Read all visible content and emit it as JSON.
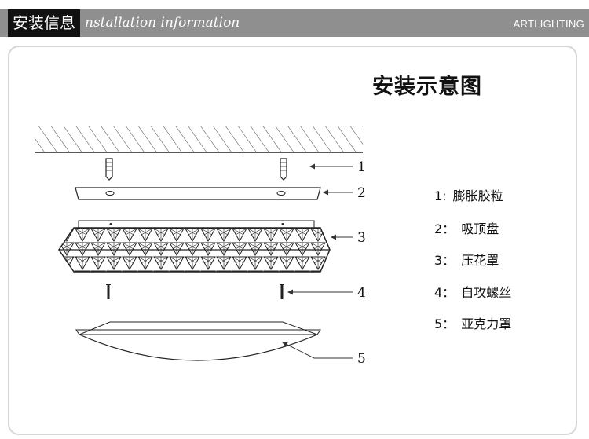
{
  "header": {
    "title_cn": "安装信息",
    "title_en": "nstallation information",
    "brand": "ARTLIGHTING"
  },
  "diagram": {
    "title": "安装示意图",
    "callouts": [
      "1",
      "2",
      "3",
      "4",
      "5"
    ]
  },
  "legend": [
    {
      "num": "1:",
      "label": "膨胀胶粒"
    },
    {
      "num": "2：",
      "label": "吸顶盘"
    },
    {
      "num": "3：",
      "label": "压花罩"
    },
    {
      "num": "4：",
      "label": "自攻螺丝"
    },
    {
      "num": "5：",
      "label": "亚克力罩"
    }
  ],
  "colors": {
    "header_bar": "#8f8f8f",
    "header_label_bg": "#111111",
    "panel_border": "#d6d6d6",
    "line": "#333333"
  }
}
